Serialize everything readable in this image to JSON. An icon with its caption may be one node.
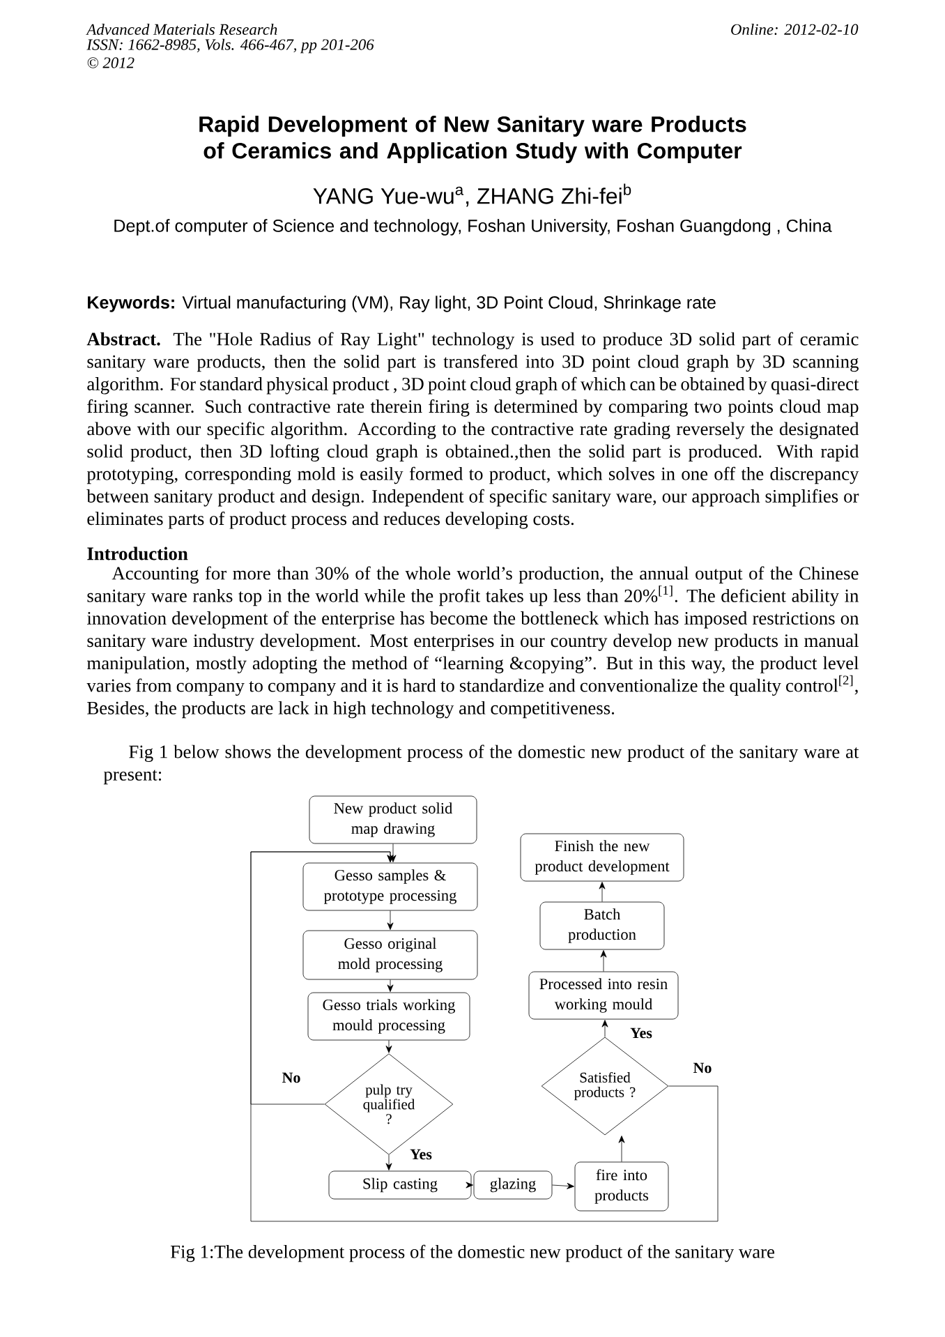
{
  "diagram": {
    "title": "Rapid Development of New Sanitary ware Products of Ceramics and Application Study with Computer",
    "caption": "Fig 1:The development process of the domestic new product of the sanitary ware",
    "nodes": [
      {
        "text": [
          "New product solid map drawing"
        ]
      },
      {
        "text": [
          "Gesso samples & prototype processing"
        ]
      },
      {
        "text": [
          "Gesso original mold processing"
        ]
      },
      {
        "text": [
          "Gesso trials working mould processing"
        ]
      },
      {
        "text": [
          "pulp try qualified ?"
        ]
      },
      {
        "text": [
          "Slip casting"
        ]
      },
      {
        "text": [
          "glazing"
        ]
      },
      {
        "text": [
          "fire into products"
        ]
      },
      {
        "text": [
          "Satisfied products ?"
        ]
      },
      {
        "text": [
          "Processed into resin working mould"
        ]
      },
      {
        "text": [
          "Batch production"
        ]
      },
      {
        "text": [
          "Finish the new product development"
        ]
      }
    ],
    "edges": [
      {
        "from": 0,
        "to": 1,
        "arrow": "to"
      },
      {
        "from": 1,
        "to": 2,
        "arrow": "to"
      },
      {
        "from": 2,
        "to": 3,
        "arrow": "to"
      },
      {
        "from": 3,
        "to": 4,
        "arrow": "to"
      },
      {
        "from": 4,
        "to": 1,
        "arrow": "to",
        "label": "No"
      },
      {
        "from": 4,
        "to": 5,
        "arrow": "to",
        "label": "Yes"
      },
      {
        "from": 5,
        "to": 6,
        "arrow": "to"
      },
      {
        "from": 6,
        "to": 7,
        "arrow": "to"
      },
      {
        "from": 7,
        "to": 8,
        "arrow": "to"
      },
      {
        "from": 8,
        "to": 9,
        "arrow": "to",
        "label": "Yes"
      },
      {
        "from": 9,
        "to": 10,
        "arrow": "to"
      },
      {
        "from": 10,
        "to": 11,
        "arrow": "to"
      },
      {
        "from": 8,
        "to": 1,
        "arrow": "to",
        "label": "No"
      }
    ],
    "labels": [
      "Advanced Materials Research",
      "ISSN: 1662-8985, Vols. 466-467, pp 201-206",
      "© 2012",
      "Online: 2012-02-10",
      "YANG Yue-wu$^{a}$, ZHANG Zhi-fei$^{b}$",
      "Dept.of computer of Science and technology, Foshan University, Foshan Guangdong , China",
      "**Keywords:** Virtual manufacturing (VM), Ray light, 3D Point Cloud, Shrinkage rate",
      "**Abstract.** The \"Hole Radius of Ray Light\" technology is used to produce 3D solid part of ceramic sanitary ware products, then the solid part is transfered into 3D point cloud graph by 3D scanning algorithm. For standard physical product , 3D point cloud graph of which can be obtained by quasi-direct firing scanner. Such contractive rate therein firing is determined by comparing two points cloud map above with our specific algorithm. According to the contractive rate grading reversely the designated solid product, then 3D lofting cloud graph is obtained.,then the solid part is produced. With rapid prototyping, corresponding mold is easily formed to product, which solves in one off the discrepancy between sanitary product and design. Independent of specific sanitary ware, our approach simplifies or eliminates parts of product process and reduces developing costs.",
      "Introduction",
      "Accounting for more than 30% of the whole world’s production, the annual output of the Chinese sanitary ware ranks top in the world while the profit takes up less than 20%$^{[1]}$. The deficient ability in innovation development of the enterprise has become the bottleneck which has imposed restrictions on sanitary ware industry development. Most enterprises in our country develop new products in manual manipulation, mostly adopting the method of “learning &copying”. But in this way, the product level varies from company to company and it is hard to standardize and conventionalize the quality control$^{[2]}$, Besides, the products are lack in high technology and competitiveness.",
      "Fig 1 below shows the development process of the domestic new product of the sanitary ware at present:"
    ]
  }
}
